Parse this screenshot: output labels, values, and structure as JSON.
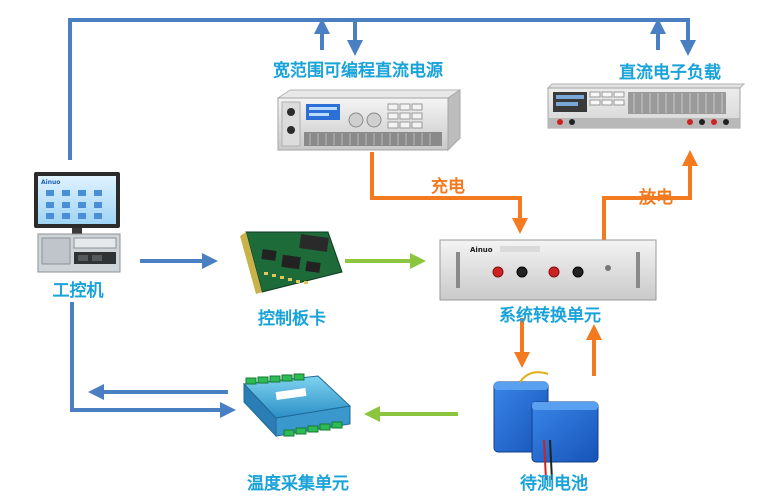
{
  "colors": {
    "blue_line": "#4a7fc1",
    "orange_line": "#f47a20",
    "green_line": "#8cc63f",
    "label_cyan": "#1aa3d9",
    "label_orange": "#f47a20"
  },
  "nodes": {
    "dc_power_supply": {
      "label": "宽范围可编程直流电源",
      "icon": "dc-power-supply-icon"
    },
    "dc_load": {
      "label": "直流电子负载",
      "icon": "dc-electronic-load-icon"
    },
    "ipc": {
      "label": "工控机",
      "icon": "industrial-computer-icon",
      "screen_brand": "Ainuo"
    },
    "control_card": {
      "label": "控制板卡",
      "icon": "control-card-icon"
    },
    "switch_unit": {
      "label": "系统转换单元",
      "icon": "switch-unit-icon",
      "brand": "Ainuo"
    },
    "temp_unit": {
      "label": "温度采集单元",
      "icon": "temperature-module-icon"
    },
    "battery": {
      "label": "待测电池",
      "icon": "battery-pack-icon"
    }
  },
  "edges": {
    "charge": {
      "label": "充电"
    },
    "discharge": {
      "label": "放电"
    }
  }
}
